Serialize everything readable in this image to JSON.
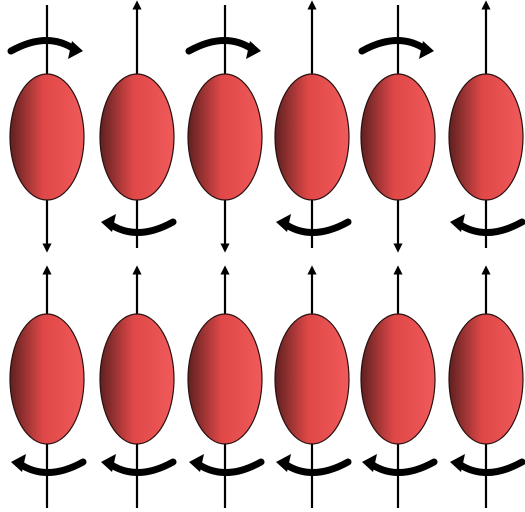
{
  "colors": {
    "background": "#ffffff",
    "ellipse_light": "#f15a5a",
    "ellipse_mid": "#e04848",
    "ellipse_dark": "#5e2020",
    "ellipse_outline": "#2a1010",
    "axis": "#000000",
    "rotation_arrow": "#000000"
  },
  "rows": [
    {
      "name": "top-row",
      "spins": [
        {
          "axis_direction": "down",
          "rotation_arrow_position": "top",
          "rotation_direction": "clockwise"
        },
        {
          "axis_direction": "up",
          "rotation_arrow_position": "bottom",
          "rotation_direction": "counterclockwise"
        },
        {
          "axis_direction": "down",
          "rotation_arrow_position": "top",
          "rotation_direction": "clockwise"
        },
        {
          "axis_direction": "up",
          "rotation_arrow_position": "bottom",
          "rotation_direction": "counterclockwise"
        },
        {
          "axis_direction": "down",
          "rotation_arrow_position": "top",
          "rotation_direction": "clockwise"
        },
        {
          "axis_direction": "up",
          "rotation_arrow_position": "bottom",
          "rotation_direction": "counterclockwise"
        }
      ]
    },
    {
      "name": "bottom-row",
      "spins": [
        {
          "axis_direction": "up",
          "rotation_arrow_position": "bottom",
          "rotation_direction": "counterclockwise"
        },
        {
          "axis_direction": "up",
          "rotation_arrow_position": "bottom",
          "rotation_direction": "counterclockwise"
        },
        {
          "axis_direction": "up",
          "rotation_arrow_position": "bottom",
          "rotation_direction": "counterclockwise"
        },
        {
          "axis_direction": "up",
          "rotation_arrow_position": "bottom",
          "rotation_direction": "counterclockwise"
        },
        {
          "axis_direction": "up",
          "rotation_arrow_position": "bottom",
          "rotation_direction": "counterclockwise"
        },
        {
          "axis_direction": "up",
          "rotation_arrow_position": "bottom",
          "rotation_direction": "counterclockwise"
        }
      ]
    }
  ]
}
